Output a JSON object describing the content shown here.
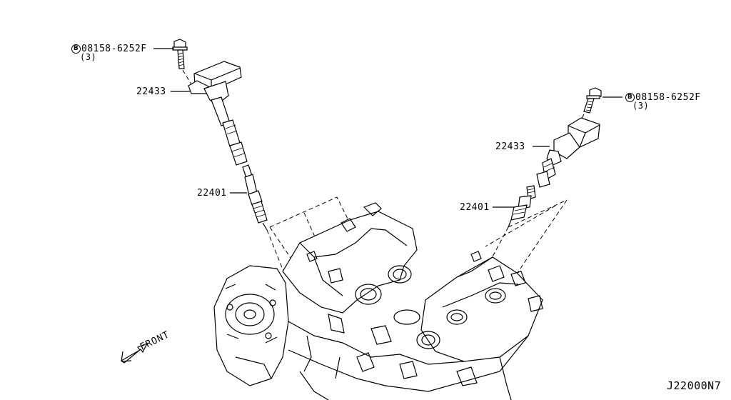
{
  "callouts": {
    "bolt_left": {
      "code": "08158-6252F",
      "qty": "(3)",
      "badge": "B"
    },
    "bolt_right": {
      "code": "08158-6252F",
      "qty": "(3)",
      "badge": "B"
    },
    "coil_left": "22433",
    "coil_right": "22433",
    "plug_left": "22401",
    "plug_right": "22401"
  },
  "direction_label": "FRONT",
  "figure_number": "J22000N7",
  "icons": [
    "front-arrow-icon"
  ],
  "colors": {
    "line": "#000000",
    "background": "#ffffff"
  }
}
